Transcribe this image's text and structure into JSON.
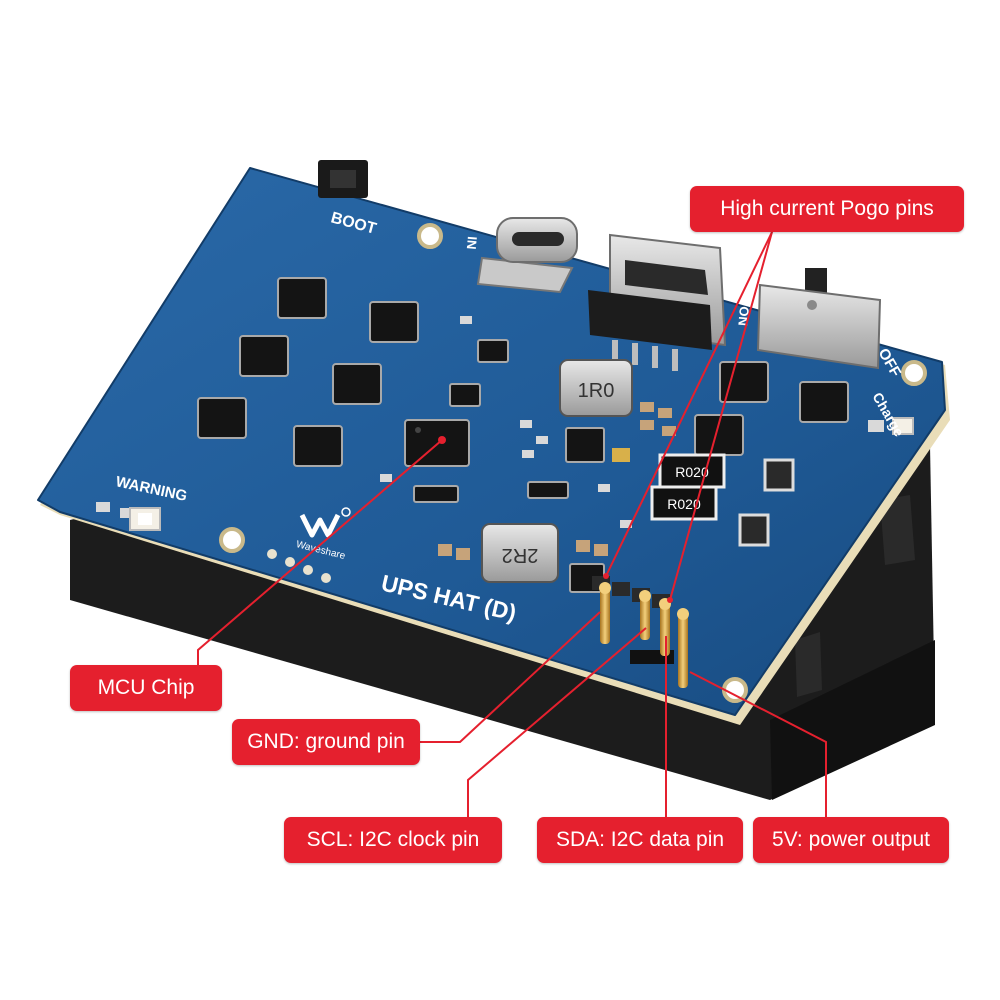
{
  "callouts": {
    "pogo": "High current Pogo pins",
    "mcu": "MCU Chip",
    "gnd": "GND: ground pin",
    "scl": "SCL: I2C clock pin",
    "sda": "SDA: I2C data pin",
    "v5": "5V: power output"
  },
  "silkscreen": {
    "boot": "BOOT",
    "warning": "WARNING",
    "model": "UPS HAT (D)",
    "brand": "Waveshare",
    "in": "IN",
    "off": "OFF",
    "on": "ON",
    "charge": "Charge",
    "inductor_1": "1R0",
    "inductor_2": "2R2",
    "resistor_1": "R020",
    "resistor_2": "R020"
  },
  "colors": {
    "callout": "#e5202e",
    "pcb": "#1f5a96",
    "pcb_dark": "#15406e",
    "holder": "#1c1c1c",
    "pin": "#d9a24a"
  }
}
